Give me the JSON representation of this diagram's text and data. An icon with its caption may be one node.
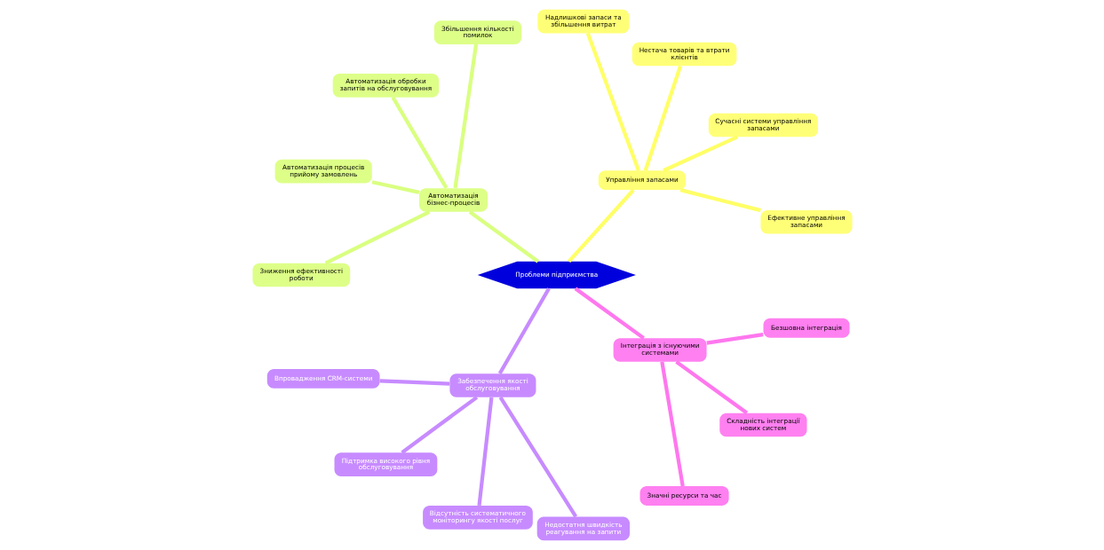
{
  "diagram": {
    "nodes": [
      {
        "text": [
          "Проблеми підприємства"
        ]
      },
      {
        "text": [
          "Управління запасами"
        ]
      },
      {
        "text": [
          "Ефективне управління запасами"
        ]
      },
      {
        "text": [
          "Сучасні системи управління запасами"
        ]
      },
      {
        "text": [
          "Нестача товарів та втрати клієнтів"
        ]
      },
      {
        "text": [
          "Надлишкові запаси та збільшення витрат"
        ]
      },
      {
        "text": [
          "Автоматизація бізнес-процесів"
        ]
      },
      {
        "text": [
          "Збільшення кількості помилок"
        ]
      },
      {
        "text": [
          "Автоматизація обробки запитів на обслуговування"
        ]
      },
      {
        "text": [
          "Автоматизація процесів прийому замовлень"
        ]
      },
      {
        "text": [
          "Зниження ефективності роботи"
        ]
      },
      {
        "text": [
          "Забезпечення якості обслуговування"
        ]
      },
      {
        "text": [
          "Впровадження CRM-системи"
        ]
      },
      {
        "text": [
          "Підтримка високого рівня обслуговування"
        ]
      },
      {
        "text": [
          "Відсутність систематичного моніторингу якості послуг"
        ]
      },
      {
        "text": [
          "Недостатня швидкість реагування на запити"
        ]
      },
      {
        "text": [
          "Інтеграція з існуючими системами"
        ]
      },
      {
        "text": [
          "Значні ресурси та час"
        ]
      },
      {
        "text": [
          "Складність інтеграції нових систем"
        ]
      },
      {
        "text": [
          "Безшовна інтеграція"
        ]
      }
    ],
    "edges": [
      {
        "from": 0,
        "to": 1,
        "arrow": "none",
        "color": "#ffff66"
      },
      {
        "from": 1,
        "to": 2,
        "arrow": "none",
        "color": "#ffff66"
      },
      {
        "from": 1,
        "to": 3,
        "arrow": "none",
        "color": "#ffff66"
      },
      {
        "from": 1,
        "to": 4,
        "arrow": "none",
        "color": "#ffff66"
      },
      {
        "from": 1,
        "to": 5,
        "arrow": "none",
        "color": "#ffff66"
      },
      {
        "from": 0,
        "to": 6,
        "arrow": "none",
        "color": "#d9ff80"
      },
      {
        "from": 6,
        "to": 7,
        "arrow": "none",
        "color": "#d9ff80"
      },
      {
        "from": 6,
        "to": 8,
        "arrow": "none",
        "color": "#d9ff80"
      },
      {
        "from": 6,
        "to": 9,
        "arrow": "none",
        "color": "#d9ff80"
      },
      {
        "from": 6,
        "to": 10,
        "arrow": "none",
        "color": "#d9ff80"
      },
      {
        "from": 0,
        "to": 11,
        "arrow": "none",
        "color": "#c78bff"
      },
      {
        "from": 11,
        "to": 12,
        "arrow": "none",
        "color": "#c78bff"
      },
      {
        "from": 11,
        "to": 13,
        "arrow": "none",
        "color": "#c78bff"
      },
      {
        "from": 11,
        "to": 14,
        "arrow": "none",
        "color": "#c78bff"
      },
      {
        "from": 11,
        "to": 15,
        "arrow": "none",
        "color": "#c78bff"
      },
      {
        "from": 0,
        "to": 16,
        "arrow": "none",
        "color": "#ff77ee"
      },
      {
        "from": 16,
        "to": 17,
        "arrow": "none",
        "color": "#ff77ee"
      },
      {
        "from": 16,
        "to": 18,
        "arrow": "none",
        "color": "#ff77ee"
      },
      {
        "from": 16,
        "to": 19,
        "arrow": "none",
        "color": "#ff77ee"
      }
    ]
  }
}
